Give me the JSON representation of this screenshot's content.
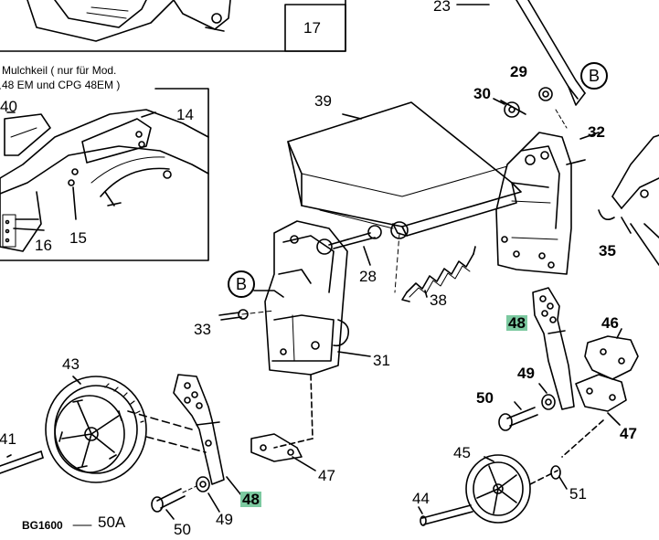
{
  "inset": {
    "note_line1": "Mulchkeil ( nur für Mod.",
    "note_line2": "48 EM  und CPG 48EM  )",
    "box_label": "17"
  },
  "callouts": {
    "c23": "23",
    "c29": "29",
    "c30": "30",
    "c32": "32",
    "c35": "35",
    "c39": "39",
    "c14": "14",
    "c40": "40",
    "c15": "15",
    "c16": "16",
    "c28": "28",
    "c38": "38",
    "c33": "33",
    "c31": "31",
    "c43": "43",
    "c41": "41",
    "c47a": "47",
    "c48a": "48",
    "c49a": "49",
    "c50a": "50",
    "c50A": "50A",
    "c48b": "48",
    "c46": "46",
    "c49b": "49",
    "c50b": "50",
    "c47b": "47",
    "c45": "45",
    "c51": "51",
    "c44": "44"
  },
  "refs": {
    "b_top": "B",
    "b_left": "B"
  },
  "figure_code": "BG1600",
  "highlight_color": "#7cc9a0"
}
